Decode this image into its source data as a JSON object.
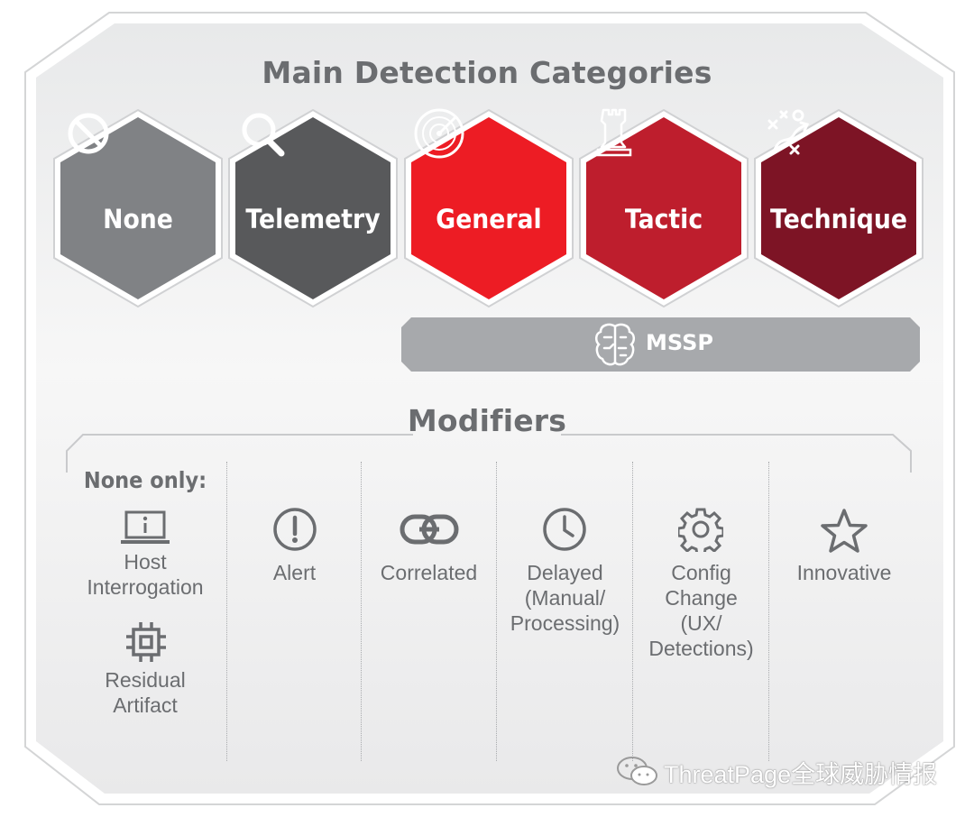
{
  "main_title": "Main Detection Categories",
  "categories": [
    {
      "label": "None",
      "icon": "prohibited-icon",
      "color": "#808285"
    },
    {
      "label": "Telemetry",
      "icon": "magnifier-icon",
      "color": "#58595b"
    },
    {
      "label": "General",
      "icon": "radar-icon",
      "color": "#ed1c24"
    },
    {
      "label": "Tactic",
      "icon": "chess-rook-icon",
      "color": "#be1e2d"
    },
    {
      "label": "Technique",
      "icon": "play-diagram-icon",
      "color": "#7d1425"
    }
  ],
  "mssp": {
    "label": "MSSP",
    "icon": "brain-icon",
    "color": "#a7a9ac"
  },
  "modifiers_title": "Modifiers",
  "modifiers": {
    "none_only_heading": "None only:",
    "none_only_items": [
      {
        "label": "Host\nInterrogation",
        "icon": "laptop-info-icon"
      },
      {
        "label": "Residual\nArtifact",
        "icon": "chip-icon"
      }
    ],
    "items": [
      {
        "label": "Alert",
        "icon": "exclamation-circle-icon"
      },
      {
        "label": "Correlated",
        "icon": "link-icon"
      },
      {
        "label": "Delayed\n(Manual/\nProcessing)",
        "icon": "clock-icon"
      },
      {
        "label": "Config\nChange\n(UX/\nDetections)",
        "icon": "gear-icon"
      },
      {
        "label": "Innovative",
        "icon": "star-icon"
      }
    ]
  },
  "watermark": "ThreatPage全球威胁情报"
}
